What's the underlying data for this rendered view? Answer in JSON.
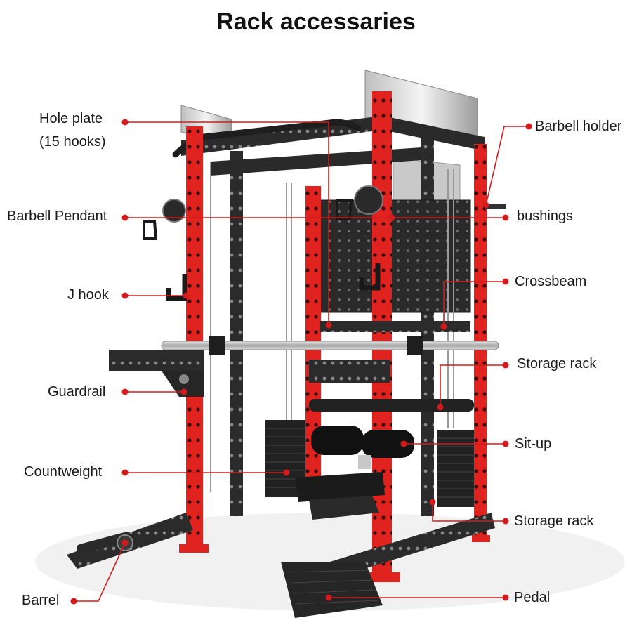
{
  "title": "Rack accessaries",
  "colors": {
    "frame_red": "#e0231f",
    "frame_black": "#2a2a2a",
    "leader_line": "#d41a1a",
    "floor": "#f1f1f1"
  },
  "labels": {
    "hole_plate_line1": "Hole plate",
    "hole_plate_line2": "(15 hooks)",
    "barbell_pendant": "Barbell Pendant",
    "j_hook": "J hook",
    "guardrail": "Guardrail",
    "countweight": "Countweight",
    "barrel": "Barrel",
    "barbell_holder": "Barbell holder",
    "bushings": "bushings",
    "crossbeam": "Crossbeam",
    "storage_rack_1": "Storage rack",
    "sit_up": "Sit-up",
    "storage_rack_2": "Storage rack",
    "pedal": "Pedal"
  }
}
